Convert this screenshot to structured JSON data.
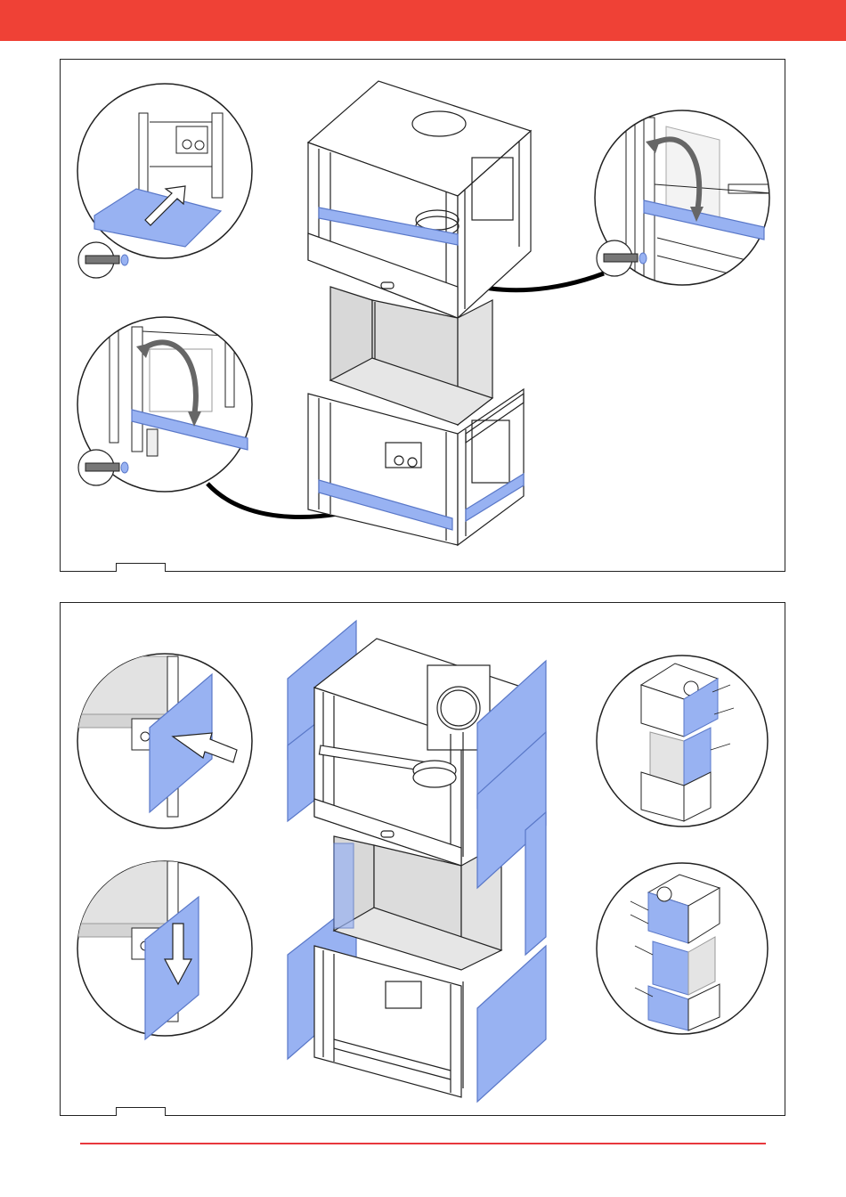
{
  "colors": {
    "header": "#ef4136",
    "footer_line": "#e8383d",
    "panel_blue": "#98b2f2",
    "panel_blue_stroke": "#5a78c8",
    "glass": "#d8d8d8",
    "line": "#222222"
  },
  "figures": [
    {
      "id": "figure-1",
      "callouts": [
        "bottom-rail-detail",
        "side-rail-detail",
        "top-rail-detail"
      ],
      "icons": [
        "screwdriver-icon",
        "screwdriver-icon",
        "screwdriver-icon"
      ]
    },
    {
      "id": "figure-2",
      "callouts": [
        "side-panel-insert-detail",
        "side-panel-slide-down-detail",
        "stove-overview-right",
        "stove-overview-left"
      ]
    }
  ]
}
